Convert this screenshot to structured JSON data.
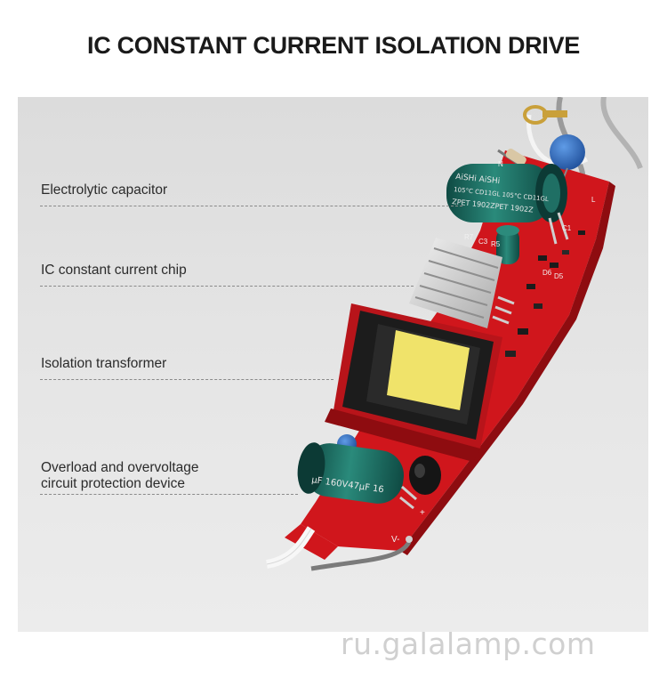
{
  "title": "IC CONSTANT CURRENT ISOLATION DRIVE",
  "callouts": [
    {
      "line1": "Electrolytic capacitor"
    },
    {
      "line1": "IC constant current chip"
    },
    {
      "line1": "Isolation transformer"
    },
    {
      "line1": "Overload and overvoltage",
      "line2": "circuit protection device"
    }
  ],
  "board_markings": {
    "cap1_brand": "AiSHi AiSHi",
    "cap1_spec": "105°C CD11GL 105°C CD11GL",
    "cap1_code": "ZPET 1902ZPET 1902Z",
    "cap2_spec": "μF 160V47μF 16",
    "silk_r7": "R7",
    "silk_c3": "C3",
    "silk_r5": "R5",
    "silk_d6": "D6",
    "silk_d5": "D5",
    "silk_l": "L",
    "silk_n": "N",
    "silk_c1": "C1",
    "silk_plus": "+",
    "silk_minus": "V-"
  },
  "watermark": "ru.galalamp.com",
  "colors": {
    "pcb_red": "#d0161c",
    "transformer_bobbin": "#b8141a",
    "transformer_core": "#1c1c1c",
    "winding_yellow": "#f0e36a",
    "capacitor_teal": "#1f6f64",
    "heatsink": "#d9d9d9",
    "cap_blue": "#2f6fc4"
  }
}
